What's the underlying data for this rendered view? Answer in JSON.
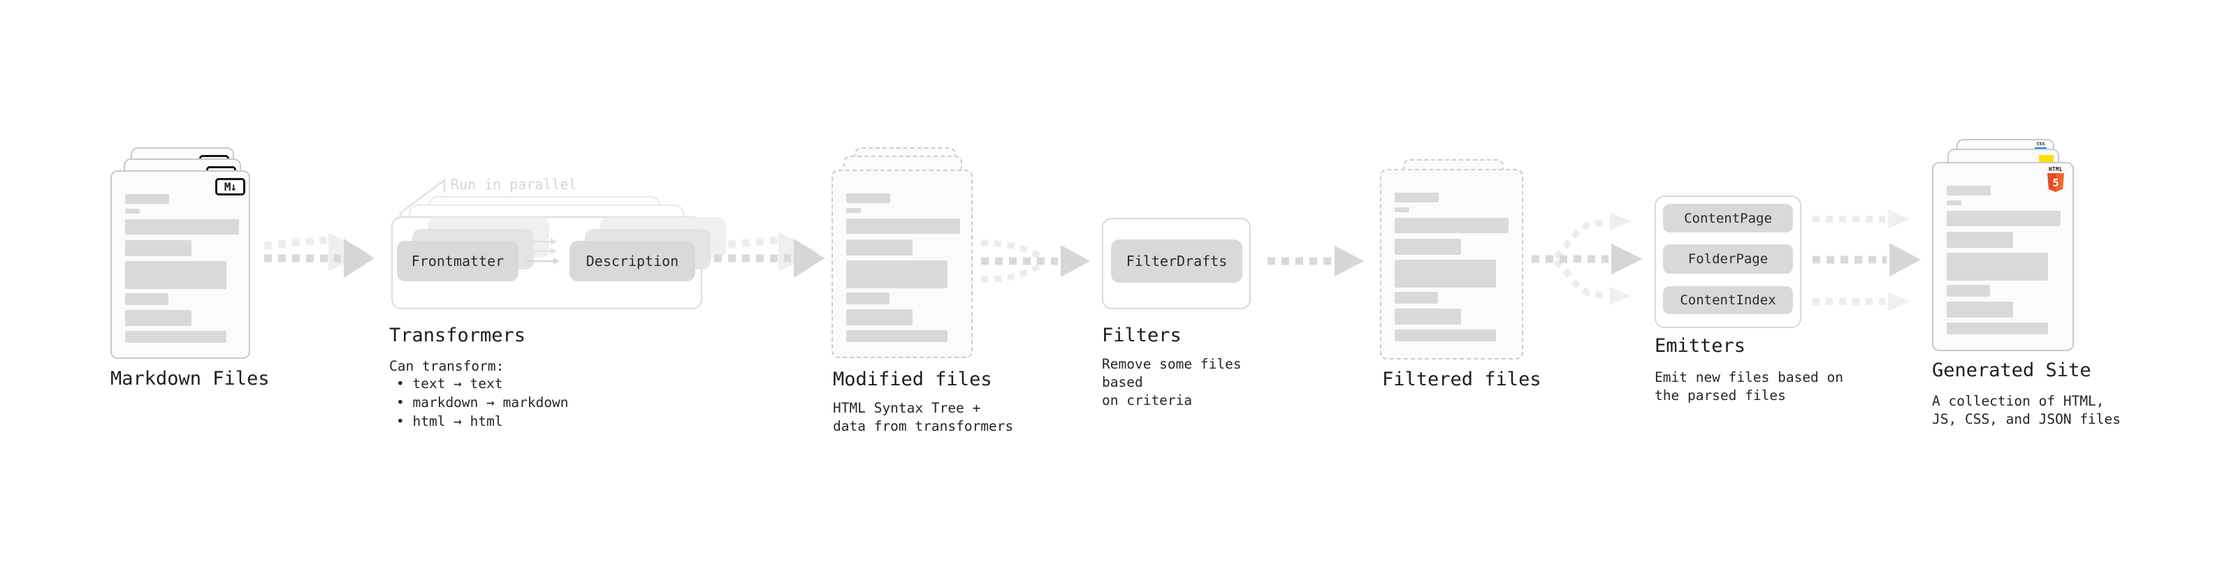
{
  "stages": {
    "markdown_files": {
      "label": "Markdown Files",
      "badge": "M↓"
    },
    "transformers": {
      "label": "Transformers",
      "annotation": "Run in parallel",
      "pill_left": "Frontmatter",
      "pill_right": "Description",
      "desc_title": "Can transform:",
      "bullets": [
        "• text → text",
        "• markdown → markdown",
        "• html → html"
      ]
    },
    "modified_files": {
      "label": "Modified files",
      "desc": "HTML Syntax Tree +\ndata from transformers"
    },
    "filters": {
      "label": "Filters",
      "pill": "FilterDrafts",
      "desc": "Remove some files based\non criteria"
    },
    "filtered_files": {
      "label": "Filtered files"
    },
    "emitters": {
      "label": "Emitters",
      "pills": [
        "ContentPage",
        "FolderPage",
        "ContentIndex"
      ],
      "desc": "Emit new files based on\nthe parsed files"
    },
    "generated_site": {
      "label": "Generated Site",
      "desc": "A collection of HTML,\nJS, CSS, and JSON files",
      "badge_css": "CSS",
      "badge_html_label": "HTML",
      "badge_html_number": "5"
    }
  },
  "colors": {
    "card_bg": "#fbfbfb",
    "card_border": "#c9c9c9",
    "bar": "#d9d9d9",
    "pill": "#d9d9d9",
    "arrow": "#d9d9d9",
    "arrow_light": "#ededed",
    "heading_text": "#1d1d1d",
    "body_text": "#262626",
    "muted_text": "#d6d6d6",
    "html5_orange_left": "#e44d26",
    "html5_orange_right": "#f16529",
    "js_yellow": "#ffdf00",
    "css_blue": "#2979ff"
  }
}
